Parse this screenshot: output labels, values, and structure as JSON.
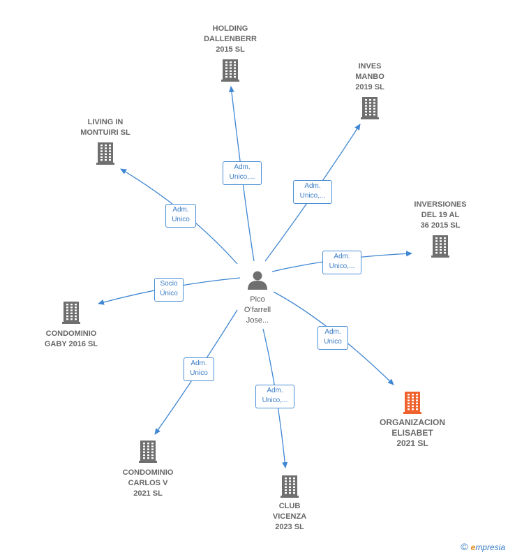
{
  "center": {
    "label": "Pico\nO'farrell\nJose..."
  },
  "nodes": [
    {
      "id": "holding",
      "label": "HOLDING\nDALLENBERR\n2015  SL",
      "highlight": false
    },
    {
      "id": "inves",
      "label": "INVES\nMANBO\n2019  SL",
      "highlight": false
    },
    {
      "id": "living",
      "label": "LIVING IN\nMONTUIRI  SL",
      "highlight": false
    },
    {
      "id": "inversiones",
      "label": "INVERSIONES\nDEL 19 AL\n36 2015  SL",
      "highlight": false
    },
    {
      "id": "condominio-gaby",
      "label": "CONDOMINIO\nGABY 2016  SL",
      "highlight": false
    },
    {
      "id": "organizacion",
      "label": "ORGANIZACION\nELISABET\n2021  SL",
      "highlight": true
    },
    {
      "id": "condominio-carlos",
      "label": "CONDOMINIO\nCARLOS V\n2021  SL",
      "highlight": false
    },
    {
      "id": "club",
      "label": "CLUB\nVICENZA\n2023  SL",
      "highlight": false
    }
  ],
  "edges": [
    {
      "to": "holding",
      "label": "Adm.\nUnico,..."
    },
    {
      "to": "inves",
      "label": "Adm.\nUnico,..."
    },
    {
      "to": "living",
      "label": "Adm.\nUnico"
    },
    {
      "to": "inversiones",
      "label": "Adm.\nUnico,..."
    },
    {
      "to": "condominio-gaby",
      "label": "Socio\nÚnico"
    },
    {
      "to": "organizacion",
      "label": "Adm.\nUnico"
    },
    {
      "to": "condominio-carlos",
      "label": "Adm.\nUnico"
    },
    {
      "to": "club",
      "label": "Adm.\nUnico,..."
    }
  ],
  "footer": {
    "copyright": "©",
    "brand_e": "e",
    "brand_rest": "mpresia"
  },
  "colors": {
    "edge": "#3f86d3",
    "building": "#6f6f6f",
    "building_highlight": "#f0622d",
    "person": "#6f6f6f"
  }
}
